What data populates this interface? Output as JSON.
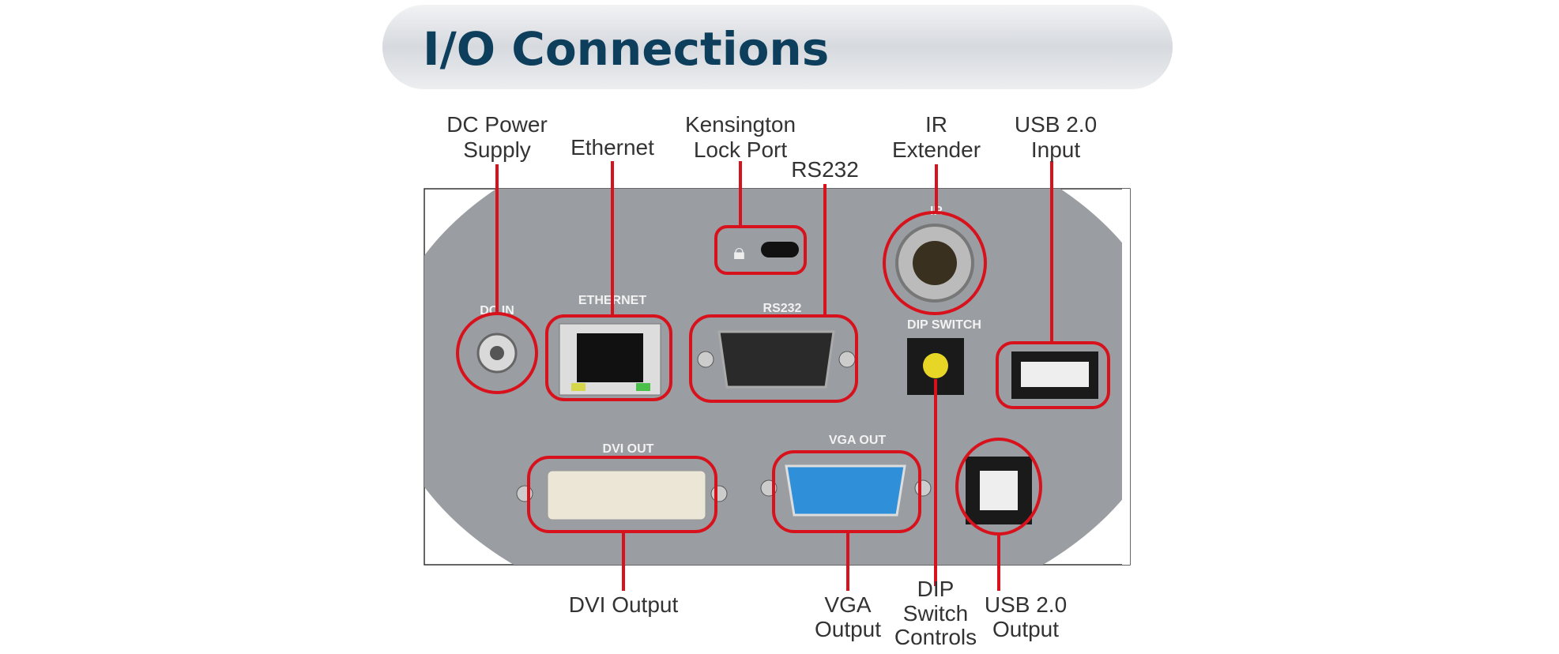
{
  "title": "I/O Connections",
  "colors": {
    "accent": "#d8121c",
    "title": "#0d3f5c",
    "panel": "#9a9da1"
  },
  "callouts": {
    "dc_power": [
      "DC Power",
      "Supply"
    ],
    "ethernet": "Ethernet",
    "kensington": [
      "Kensington",
      "Lock Port"
    ],
    "rs232": "RS232",
    "ir": [
      "IR",
      "Extender"
    ],
    "usb_input": [
      "USB 2.0",
      "Input"
    ],
    "dvi": "DVI Output",
    "vga": [
      "VGA",
      "Output"
    ],
    "dip": [
      "DIP",
      "Switch",
      "Controls"
    ],
    "usb_output": [
      "USB 2.0",
      "Output"
    ]
  },
  "panel_labels": {
    "dc_in": "DC IN",
    "ethernet": "ETHERNET",
    "rs232": "RS232",
    "ir": "IR",
    "dip_switch": "DIP SWITCH",
    "dvi_out": "DVI OUT",
    "vga_out": "VGA OUT"
  }
}
